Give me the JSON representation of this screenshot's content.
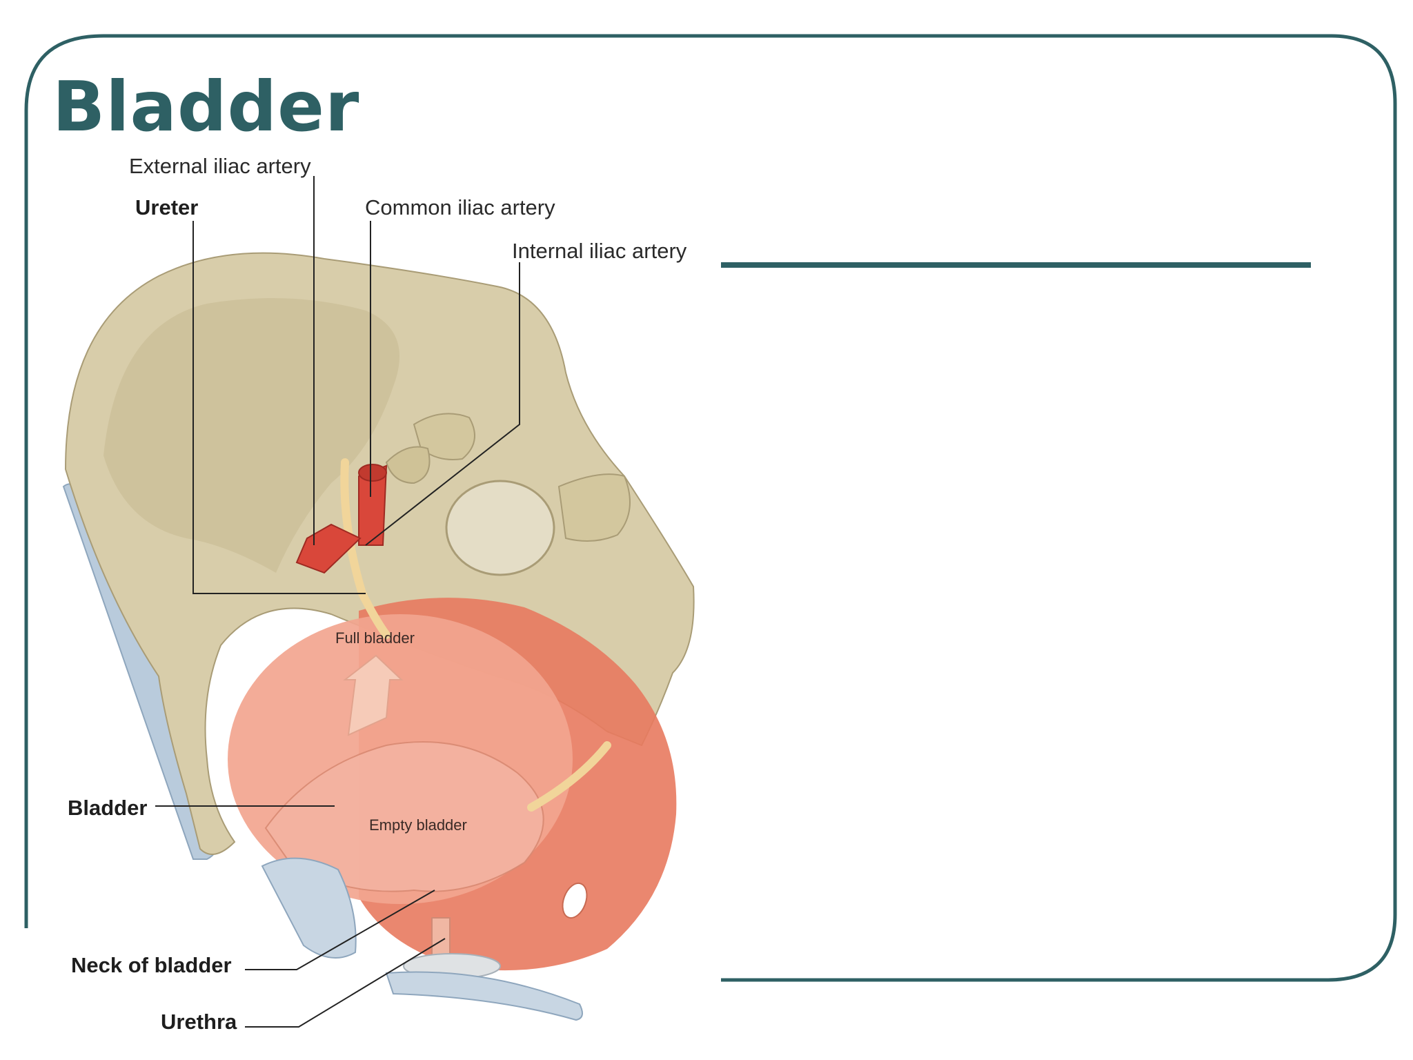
{
  "slide": {
    "title": "Bladder"
  },
  "figure": {
    "labels": {
      "external_iliac": "External iliac artery",
      "ureter": "Ureter",
      "common_iliac": "Common iliac artery",
      "internal_iliac": "Internal iliac artery",
      "full_bladder": "Full bladder",
      "bladder": "Bladder",
      "empty_bladder": "Empty bladder",
      "neck": "Neck of bladder",
      "urethra": "Urethra"
    }
  },
  "colors": {
    "accent": "#2e6064",
    "bone": "#d8cdaa",
    "bladder": "#f2a58f",
    "muscle": "#e87a5f",
    "artery": "#d9473a",
    "ligament": "#b9cbdc"
  }
}
